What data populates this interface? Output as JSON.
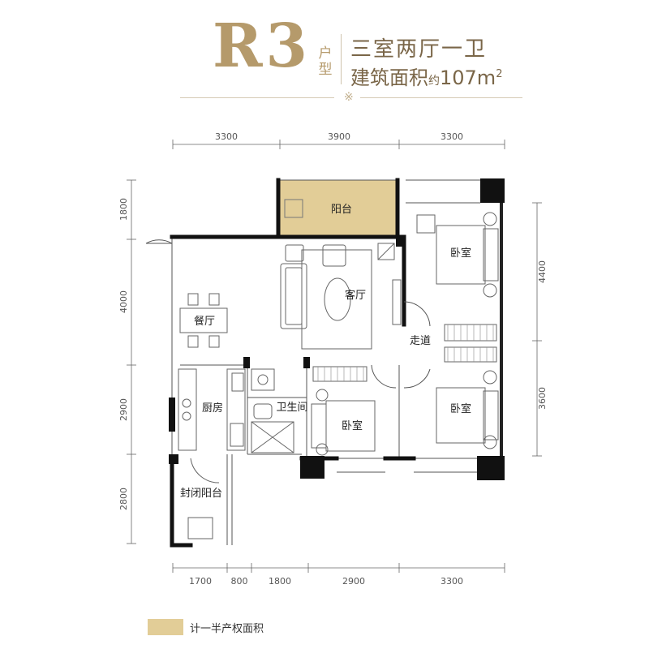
{
  "header": {
    "code": "R3",
    "type_label": "户型",
    "layout_name": "三室两厅一卫",
    "area_prefix": "建筑面积",
    "area_approx": "约",
    "area_value": "107m",
    "area_unit_sup": "2"
  },
  "rooms": {
    "balcony": "阳台",
    "living": "客厅",
    "dining": "餐厅",
    "bedroom_ne": "卧室",
    "corridor": "走道",
    "bedroom_se": "卧室",
    "bedroom_s": "卧室",
    "bathroom": "卫生间",
    "kitchen": "厨房",
    "enclosed_balcony": "封闭阳台"
  },
  "dimensions": {
    "top": [
      "3300",
      "3900",
      "3300"
    ],
    "bottom": [
      "1700",
      "800",
      "1800",
      "2900",
      "3300"
    ],
    "left": [
      "1800",
      "4000",
      "2900",
      "2800"
    ],
    "right": [
      "4400",
      "3600"
    ]
  },
  "legend": {
    "label": "计一半产权面积",
    "color": "#e2cd97"
  }
}
